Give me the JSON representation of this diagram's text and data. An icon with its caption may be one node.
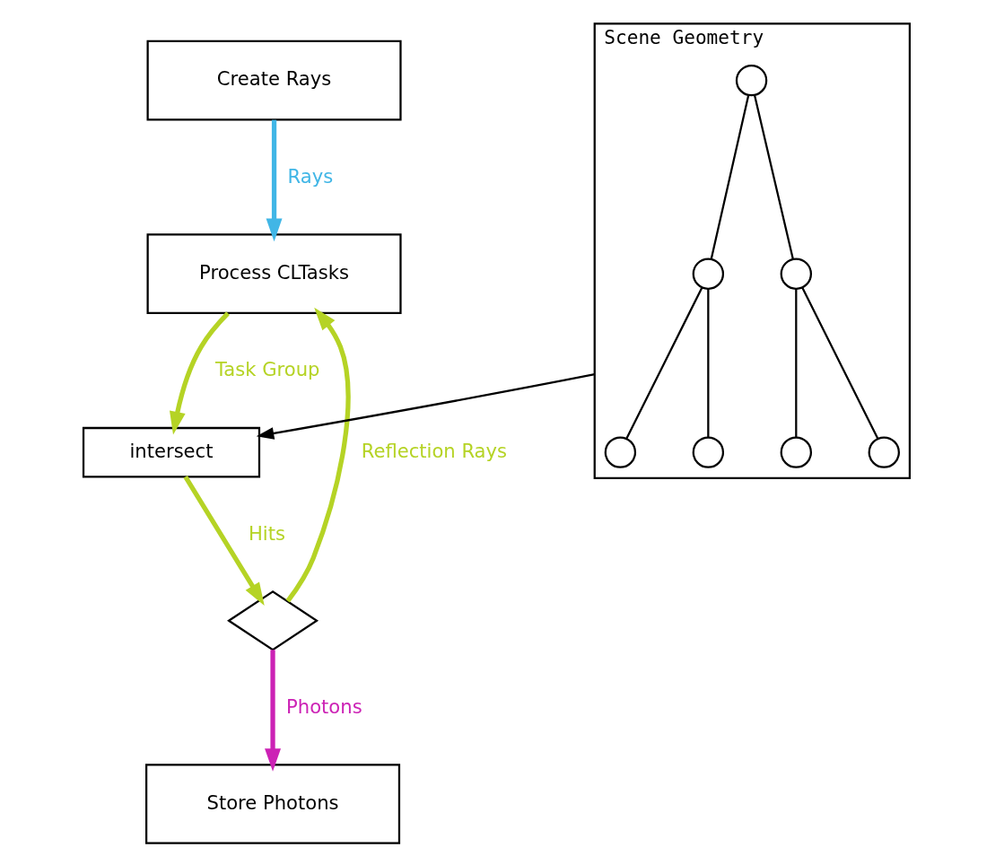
{
  "diagram": {
    "nodes": [
      {
        "text": [
          "Create Rays"
        ]
      },
      {
        "text": [
          "Process CLTasks"
        ]
      },
      {
        "text": [
          "intersect"
        ]
      },
      {
        "text": [],
        "shape": "diamond"
      },
      {
        "text": [
          "Store Photons"
        ]
      },
      {
        "text": [
          "Scene Geometry"
        ]
      },
      {
        "text": [],
        "shape": "circle",
        "in": 5
      },
      {
        "text": [],
        "shape": "circle",
        "in": 5
      },
      {
        "text": [],
        "shape": "circle",
        "in": 5
      },
      {
        "text": [],
        "shape": "circle",
        "in": 5
      },
      {
        "text": [],
        "shape": "circle",
        "in": 5
      },
      {
        "text": [],
        "shape": "circle",
        "in": 5
      },
      {
        "text": [],
        "shape": "circle",
        "in": 5
      }
    ],
    "edges": [
      {
        "from": 0,
        "to": 1,
        "arrow": "to",
        "label": "Rays",
        "style": "thick",
        "color": "#41b6e6"
      },
      {
        "from": 1,
        "to": 2,
        "arrow": "to",
        "label": "Task Group",
        "style": "thick",
        "color": "#b5d325"
      },
      {
        "from": 2,
        "to": 3,
        "arrow": "to",
        "label": "Hits",
        "style": "thick",
        "color": "#b5d325"
      },
      {
        "from": 3,
        "to": 1,
        "arrow": "to",
        "label": "Reflection Rays",
        "style": "thick",
        "color": "#b5d325"
      },
      {
        "from": 3,
        "to": 4,
        "arrow": "to",
        "label": "Photons",
        "style": "thick",
        "color": "#cc22b5"
      },
      {
        "from": 5,
        "to": 2,
        "arrow": "to"
      },
      {
        "from": 6,
        "to": 7,
        "arrow": "none"
      },
      {
        "from": 6,
        "to": 8,
        "arrow": "none"
      },
      {
        "from": 7,
        "to": 9,
        "arrow": "none"
      },
      {
        "from": 7,
        "to": 10,
        "arrow": "none"
      },
      {
        "from": 8,
        "to": 11,
        "arrow": "none"
      },
      {
        "from": 8,
        "to": 12,
        "arrow": "none"
      }
    ]
  }
}
